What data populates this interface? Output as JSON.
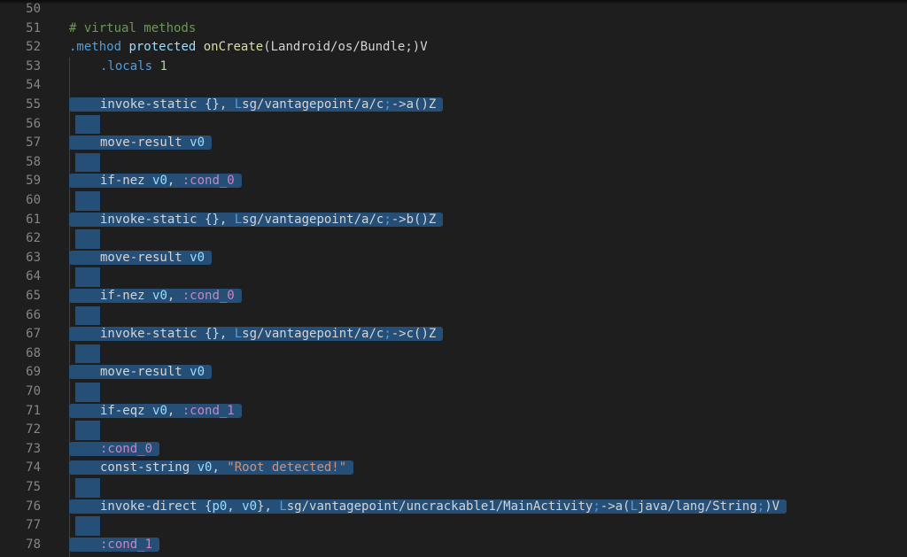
{
  "editor": {
    "lines": [
      {
        "num": "50",
        "tokens": []
      },
      {
        "num": "51",
        "tokens": [
          {
            "t": "# virtual methods",
            "c": "comment"
          }
        ]
      },
      {
        "num": "52",
        "tokens": [
          {
            "t": ".method",
            "c": "dir"
          },
          {
            "t": " ",
            "c": "plain"
          },
          {
            "t": "protected",
            "c": "kw"
          },
          {
            "t": " ",
            "c": "plain"
          },
          {
            "t": "onCreate",
            "c": "fn"
          },
          {
            "t": "(Landroid/os/Bundle;)V",
            "c": "plain"
          }
        ]
      },
      {
        "num": "53",
        "indent": true,
        "tokens": [
          {
            "t": ".locals",
            "c": "dir"
          },
          {
            "t": " ",
            "c": "plain"
          },
          {
            "t": "1",
            "c": "num"
          }
        ]
      },
      {
        "num": "54",
        "tokens": []
      },
      {
        "num": "55",
        "sel": true,
        "indent": true,
        "tokens": [
          {
            "t": "invoke-static {}, ",
            "c": "plain"
          },
          {
            "t": "L",
            "c": "cls"
          },
          {
            "t": "sg/vantagepoint/a/c",
            "c": "path"
          },
          {
            "t": ";",
            "c": "cls"
          },
          {
            "t": "->a()Z",
            "c": "plain"
          }
        ]
      },
      {
        "num": "56",
        "blank": true,
        "tokens": []
      },
      {
        "num": "57",
        "sel": true,
        "indent": true,
        "tokens": [
          {
            "t": "move-result ",
            "c": "plain"
          },
          {
            "t": "v0",
            "c": "reg"
          }
        ]
      },
      {
        "num": "58",
        "blank": true,
        "tokens": []
      },
      {
        "num": "59",
        "sel": true,
        "indent": true,
        "tokens": [
          {
            "t": "if-nez ",
            "c": "plain"
          },
          {
            "t": "v0",
            "c": "reg"
          },
          {
            "t": ", ",
            "c": "plain"
          },
          {
            "t": ":cond_0",
            "c": "label"
          }
        ]
      },
      {
        "num": "60",
        "blank": true,
        "tokens": []
      },
      {
        "num": "61",
        "sel": true,
        "indent": true,
        "tokens": [
          {
            "t": "invoke-static {}, ",
            "c": "plain"
          },
          {
            "t": "L",
            "c": "cls"
          },
          {
            "t": "sg/vantagepoint/a/c",
            "c": "path"
          },
          {
            "t": ";",
            "c": "cls"
          },
          {
            "t": "->b()Z",
            "c": "plain"
          }
        ]
      },
      {
        "num": "62",
        "blank": true,
        "tokens": []
      },
      {
        "num": "63",
        "sel": true,
        "indent": true,
        "tokens": [
          {
            "t": "move-result ",
            "c": "plain"
          },
          {
            "t": "v0",
            "c": "reg"
          }
        ]
      },
      {
        "num": "64",
        "blank": true,
        "tokens": []
      },
      {
        "num": "65",
        "sel": true,
        "indent": true,
        "tokens": [
          {
            "t": "if-nez ",
            "c": "plain"
          },
          {
            "t": "v0",
            "c": "reg"
          },
          {
            "t": ", ",
            "c": "plain"
          },
          {
            "t": ":cond_0",
            "c": "label"
          }
        ]
      },
      {
        "num": "66",
        "blank": true,
        "tokens": []
      },
      {
        "num": "67",
        "sel": true,
        "indent": true,
        "tokens": [
          {
            "t": "invoke-static {}, ",
            "c": "plain"
          },
          {
            "t": "L",
            "c": "cls"
          },
          {
            "t": "sg/vantagepoint/a/c",
            "c": "path"
          },
          {
            "t": ";",
            "c": "cls"
          },
          {
            "t": "->c()Z",
            "c": "plain"
          }
        ]
      },
      {
        "num": "68",
        "blank": true,
        "tokens": []
      },
      {
        "num": "69",
        "sel": true,
        "indent": true,
        "tokens": [
          {
            "t": "move-result ",
            "c": "plain"
          },
          {
            "t": "v0",
            "c": "reg"
          }
        ]
      },
      {
        "num": "70",
        "blank": true,
        "tokens": []
      },
      {
        "num": "71",
        "sel": true,
        "indent": true,
        "tokens": [
          {
            "t": "if-eqz ",
            "c": "plain"
          },
          {
            "t": "v0",
            "c": "reg"
          },
          {
            "t": ", ",
            "c": "plain"
          },
          {
            "t": ":cond_1",
            "c": "label"
          }
        ]
      },
      {
        "num": "72",
        "blank": true,
        "tokens": []
      },
      {
        "num": "73",
        "sel": true,
        "indent": true,
        "tokens": [
          {
            "t": ":cond_0",
            "c": "label"
          }
        ]
      },
      {
        "num": "74",
        "sel": true,
        "indent": true,
        "tokens": [
          {
            "t": "const-string ",
            "c": "plain"
          },
          {
            "t": "v0",
            "c": "reg"
          },
          {
            "t": ", ",
            "c": "plain"
          },
          {
            "t": "\"Root detected!\"",
            "c": "str"
          }
        ]
      },
      {
        "num": "75",
        "blank": true,
        "tokens": []
      },
      {
        "num": "76",
        "sel": true,
        "indent": true,
        "tokens": [
          {
            "t": "invoke-direct {",
            "c": "plain"
          },
          {
            "t": "p0",
            "c": "reg"
          },
          {
            "t": ", ",
            "c": "plain"
          },
          {
            "t": "v0",
            "c": "reg"
          },
          {
            "t": "}, ",
            "c": "plain"
          },
          {
            "t": "L",
            "c": "cls"
          },
          {
            "t": "sg/vantagepoint/uncrackable1/MainActivity",
            "c": "path"
          },
          {
            "t": ";",
            "c": "cls"
          },
          {
            "t": "->a(",
            "c": "plain"
          },
          {
            "t": "L",
            "c": "cls"
          },
          {
            "t": "java/lang/String",
            "c": "path"
          },
          {
            "t": ";",
            "c": "cls"
          },
          {
            "t": ")V",
            "c": "plain"
          }
        ]
      },
      {
        "num": "77",
        "blank": true,
        "tokens": []
      },
      {
        "num": "78",
        "sel": true,
        "indent": true,
        "tokens": [
          {
            "t": ":cond_1",
            "c": "label"
          }
        ]
      }
    ],
    "colors": {
      "background": "#1e1e1e",
      "selection": "#264f78",
      "line_number": "#858585"
    }
  }
}
